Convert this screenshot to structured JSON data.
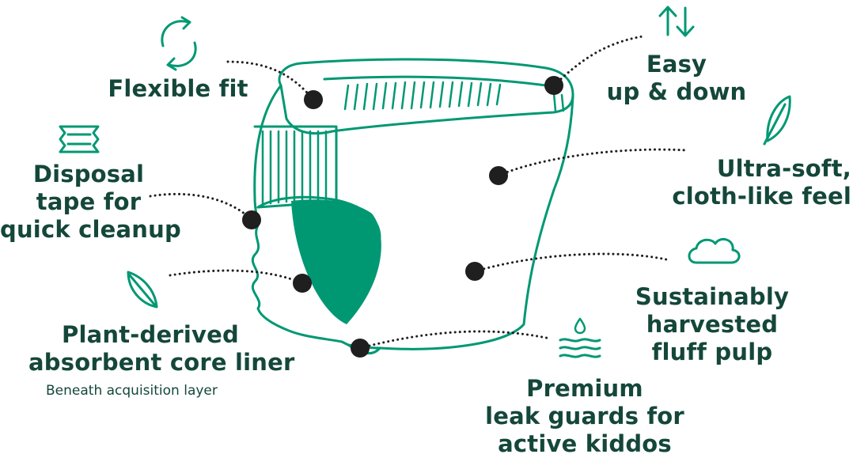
{
  "features": {
    "flexible_fit": {
      "line1": "Flexible fit",
      "icon": "recycle-arrows-icon"
    },
    "easy_up_down": {
      "line1": "Easy",
      "line2": "up & down",
      "icon": "up-down-arrows-icon"
    },
    "disposal_tape": {
      "line1": "Disposal",
      "line2": "tape for",
      "line3": "quick cleanup",
      "icon": "tape-icon"
    },
    "ultra_soft": {
      "line1": "Ultra-soft,",
      "line2": "cloth-like feel",
      "icon": "feather-icon"
    },
    "plant_derived": {
      "line1": "Plant-derived",
      "line2": "absorbent core liner",
      "note": "Beneath acquisition layer",
      "icon": "leaf-icon"
    },
    "sustainably": {
      "line1": "Sustainably",
      "line2": "harvested",
      "line3": "fluff pulp",
      "icon": "cloud-icon"
    },
    "leak_guards": {
      "line1": "Premium",
      "line2": "leak guards for",
      "line3": "active kiddos",
      "icon": "droplet-waves-icon"
    }
  },
  "colors": {
    "accent": "#009873",
    "text": "#14473a",
    "dot": "#1f1f1f"
  }
}
